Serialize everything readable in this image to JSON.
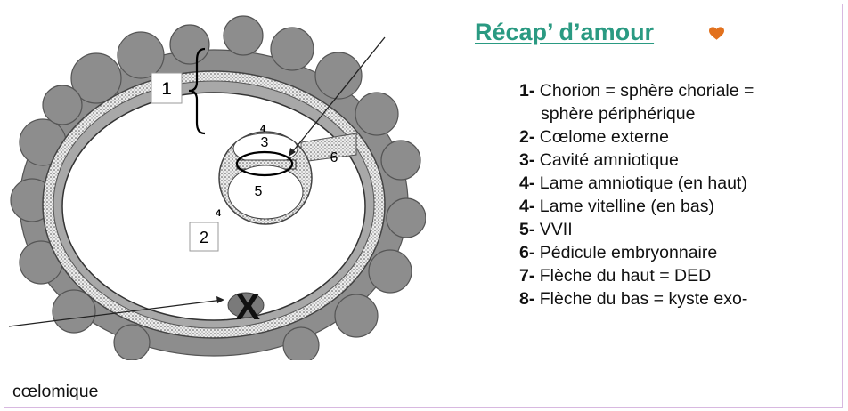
{
  "title": "Récap’ d’amour",
  "diagram_labels": {
    "l1": "1",
    "l2": "2",
    "l3": "3",
    "l4a": "4",
    "l4b": "4",
    "l5": "5",
    "l6": "6",
    "cross": "X"
  },
  "items": [
    {
      "num": "1-",
      "text": "Chorion = sphère choriale =",
      "cont": "sphère périphérique"
    },
    {
      "num": "2-",
      "text": "Cœlome externe"
    },
    {
      "num": "3-",
      "text": "Cavité amniotique"
    },
    {
      "num": "4-",
      "text": "Lame amniotique (en haut)"
    },
    {
      "num": "4-",
      "text": "Lame vitelline (en bas)"
    },
    {
      "num": "5-",
      "text": "VVII"
    },
    {
      "num": "6-",
      "text": "Pédicule embryonnaire"
    },
    {
      "num": "7-",
      "text": "Flèche du haut = DED"
    },
    {
      "num": "8-",
      "text": "Flèche du bas = kyste exo-"
    }
  ],
  "tail": "cœlomique",
  "colors": {
    "title": "#2a9a82",
    "heart": "#e2711d",
    "frame": "#d8b8e0"
  }
}
